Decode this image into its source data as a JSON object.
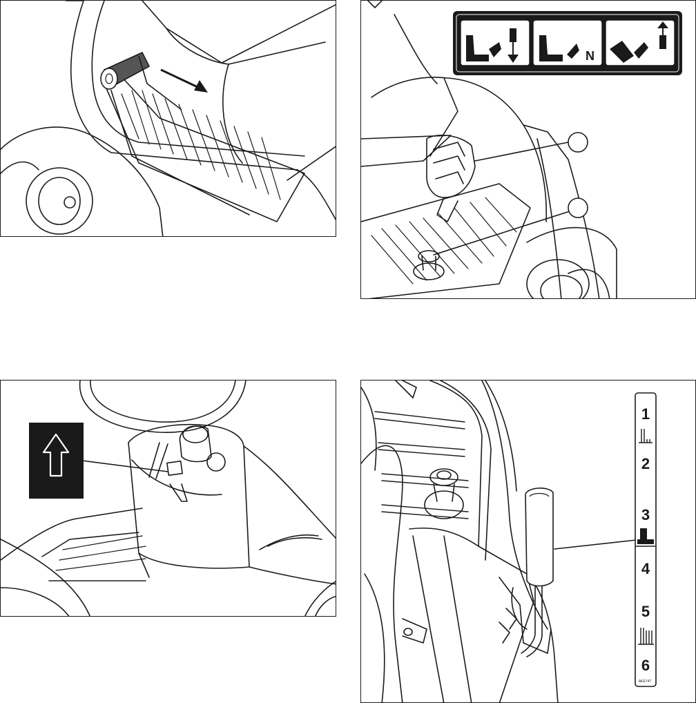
{
  "panels": [
    {
      "name": "fig-brake-lever",
      "arrow_direction": "rear"
    },
    {
      "name": "fig-pedals-decal",
      "decal_symbols": [
        "reverse-pedal-symbol",
        "neutral-pedal-symbol",
        "forward-pedal-symbol"
      ],
      "decal_neutral_label": "N",
      "callouts": 2
    },
    {
      "name": "fig-steering-indicator",
      "indicator_icon": "up-arrow-icon"
    },
    {
      "name": "fig-cutting-height-lever",
      "scale_numbers": [
        "1",
        "2",
        "3",
        "4",
        "5",
        "6"
      ],
      "scale_code": "AKE747"
    }
  ],
  "colors": {
    "ink": "#1a1a1a",
    "paper": "#ffffff",
    "grip": "#555555"
  }
}
